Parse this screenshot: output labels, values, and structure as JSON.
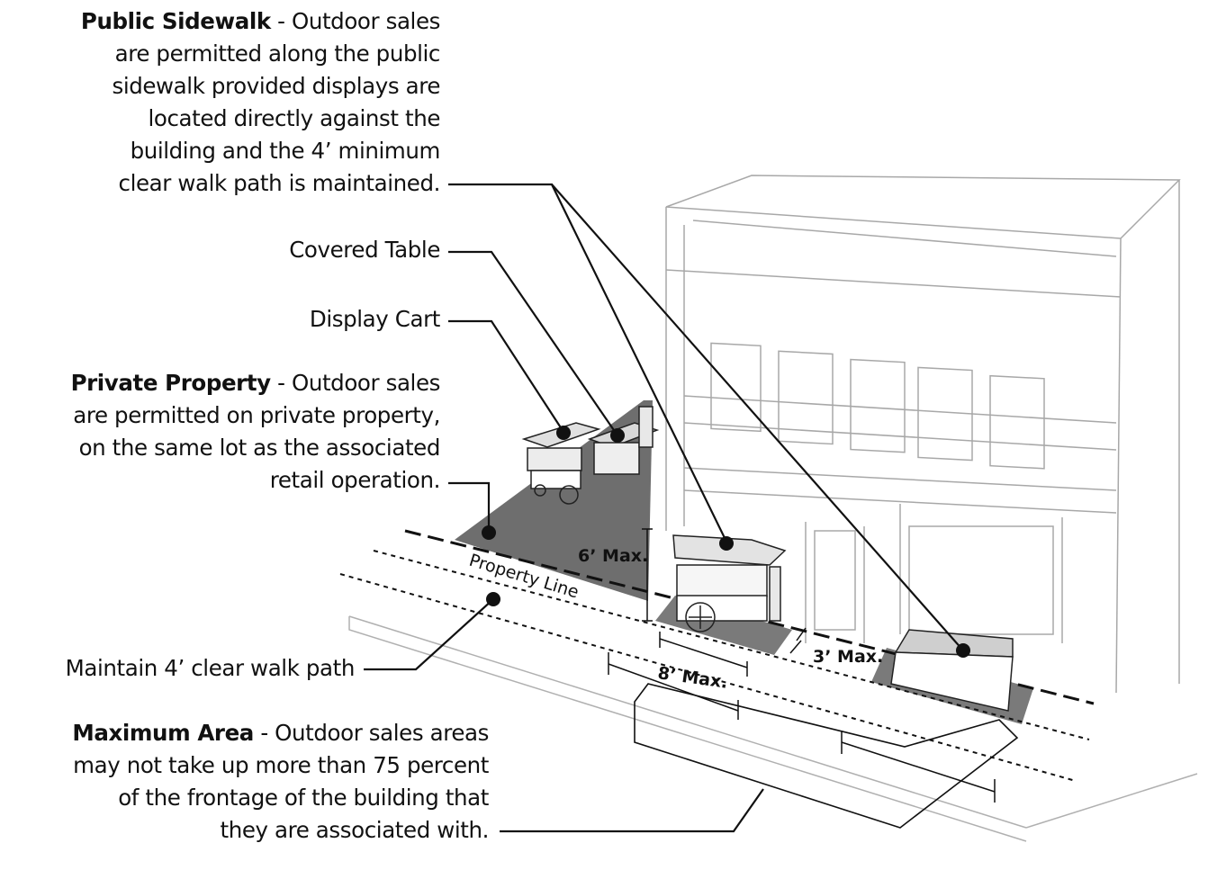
{
  "callouts": {
    "public_sidewalk": {
      "title": "Public Sidewalk",
      "lines": [
        " - Outdoor sales",
        "are permitted along the public",
        "sidewalk provided displays are",
        "located directly against the",
        "building and the 4’ minimum",
        "clear walk path is maintained."
      ]
    },
    "covered_table": "Covered Table",
    "display_cart": "Display Cart",
    "private_property": {
      "title": "Private Property",
      "lines": [
        " - Outdoor sales",
        "are permitted on private property,",
        "on the same lot as the associated",
        "retail operation."
      ]
    },
    "walk_path": "Maintain 4’ clear walk path",
    "maximum_area": {
      "title": "Maximum Area",
      "lines": [
        " - Outdoor sales areas",
        "may not take up more than 75 percent",
        "of the frontage of the building that",
        "they are associated with."
      ]
    }
  },
  "dimensions": {
    "height_max": "6’ Max.",
    "width_max": "8’ Max.",
    "depth_max": "3’ Max."
  },
  "property_line_label": "Property Line",
  "colors": {
    "ink": "#111111",
    "private_area": "#6b6b6b",
    "sidewalk_area": "#8a8a8a",
    "building_line": "#9a9a9a"
  }
}
